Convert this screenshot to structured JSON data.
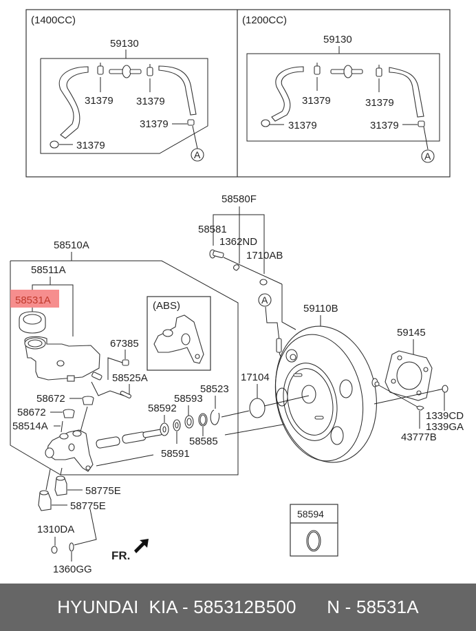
{
  "diagram": {
    "title": "Brake master cylinder & booster exploded view",
    "inset_left": {
      "variant": "(1400CC)",
      "assembly": "59130",
      "clips": [
        "31379",
        "31379",
        "31379",
        "31379"
      ],
      "ref": "A"
    },
    "inset_right": {
      "variant": "(1200CC)",
      "assembly": "59130",
      "clips": [
        "31379",
        "31379",
        "31379",
        "31379"
      ],
      "ref": "A"
    },
    "labels": {
      "p58510A": "58510A",
      "p58511A": "58511A",
      "p58531A": "58531A",
      "abs": "(ABS)",
      "p67385": "67385",
      "p58525A": "58525A",
      "p58672a": "58672",
      "p58672b": "58672",
      "p58514A": "58514A",
      "p58592": "58592",
      "p58593": "58593",
      "p58523": "58523",
      "p58585": "58585",
      "p58591": "58591",
      "p58775Ea": "58775E",
      "p58775Eb": "58775E",
      "p1310DA": "1310DA",
      "p1360GG": "1360GG",
      "fr": "FR.",
      "p58580F": "58580F",
      "p58581": "58581",
      "p1362ND": "1362ND",
      "p1710AB": "1710AB",
      "refA": "A",
      "p59110B": "59110B",
      "p17104": "17104",
      "p59145": "59145",
      "p1339CD": "1339CD",
      "p1339GA": "1339GA",
      "p43777B": "43777B",
      "p58594": "58594"
    },
    "highlight_color": "#f47a7a"
  },
  "footer": {
    "brand": "HYUNDAI  KIA - 585312B500",
    "ref": "N - 58531A",
    "background": "#666666"
  }
}
